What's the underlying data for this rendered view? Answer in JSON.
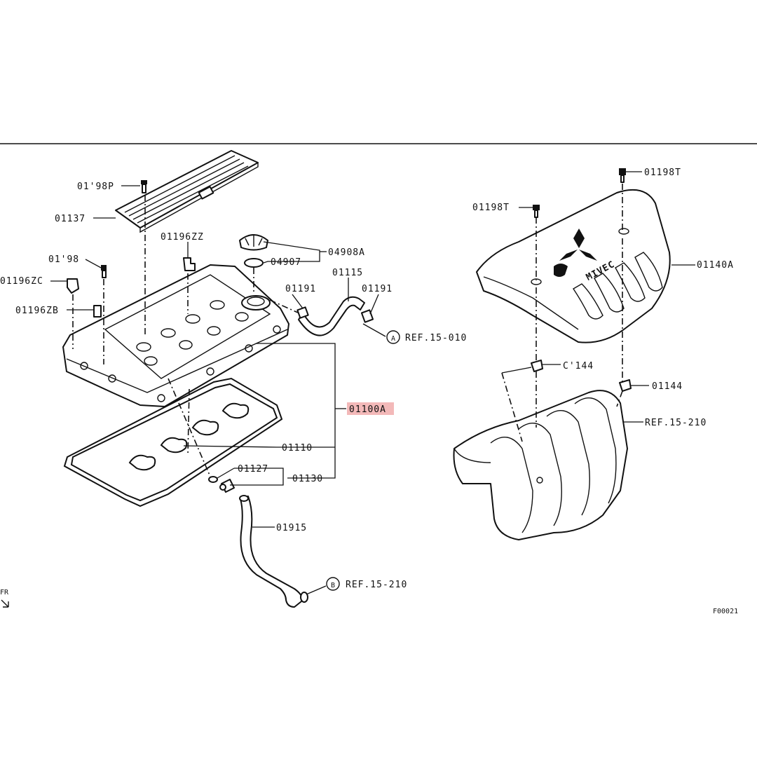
{
  "labels": {
    "p01198p": "01'98P",
    "p01137": "01137",
    "p01196zz": "01196ZZ",
    "p01198": "01'98",
    "p01196zc": "01196ZC",
    "p01196zb": "01196ZB",
    "p04907": "04907",
    "p04908a": "04908A",
    "p01115": "01115",
    "p01191a": "01191",
    "p01191b": "01191",
    "p01100a": "01100A",
    "p01110": "01110",
    "p01127": "01127",
    "p01130": "01130",
    "p01915": "01915",
    "p01198t_a": "01198T",
    "p01198t_b": "01198T",
    "p01140a": "01140A",
    "p01144a": "C'144",
    "p01144b": "01144",
    "ref_a": "REF.15-010",
    "ref_b": "REF.15-210",
    "ref_c": "REF.15-210",
    "circle_a": "A",
    "circle_b": "B",
    "fr": "FR",
    "figure_code": "F00021",
    "cover_brand": "MIVEC"
  },
  "colors": {
    "highlight": "#f3b9b9",
    "line": "#111111"
  }
}
